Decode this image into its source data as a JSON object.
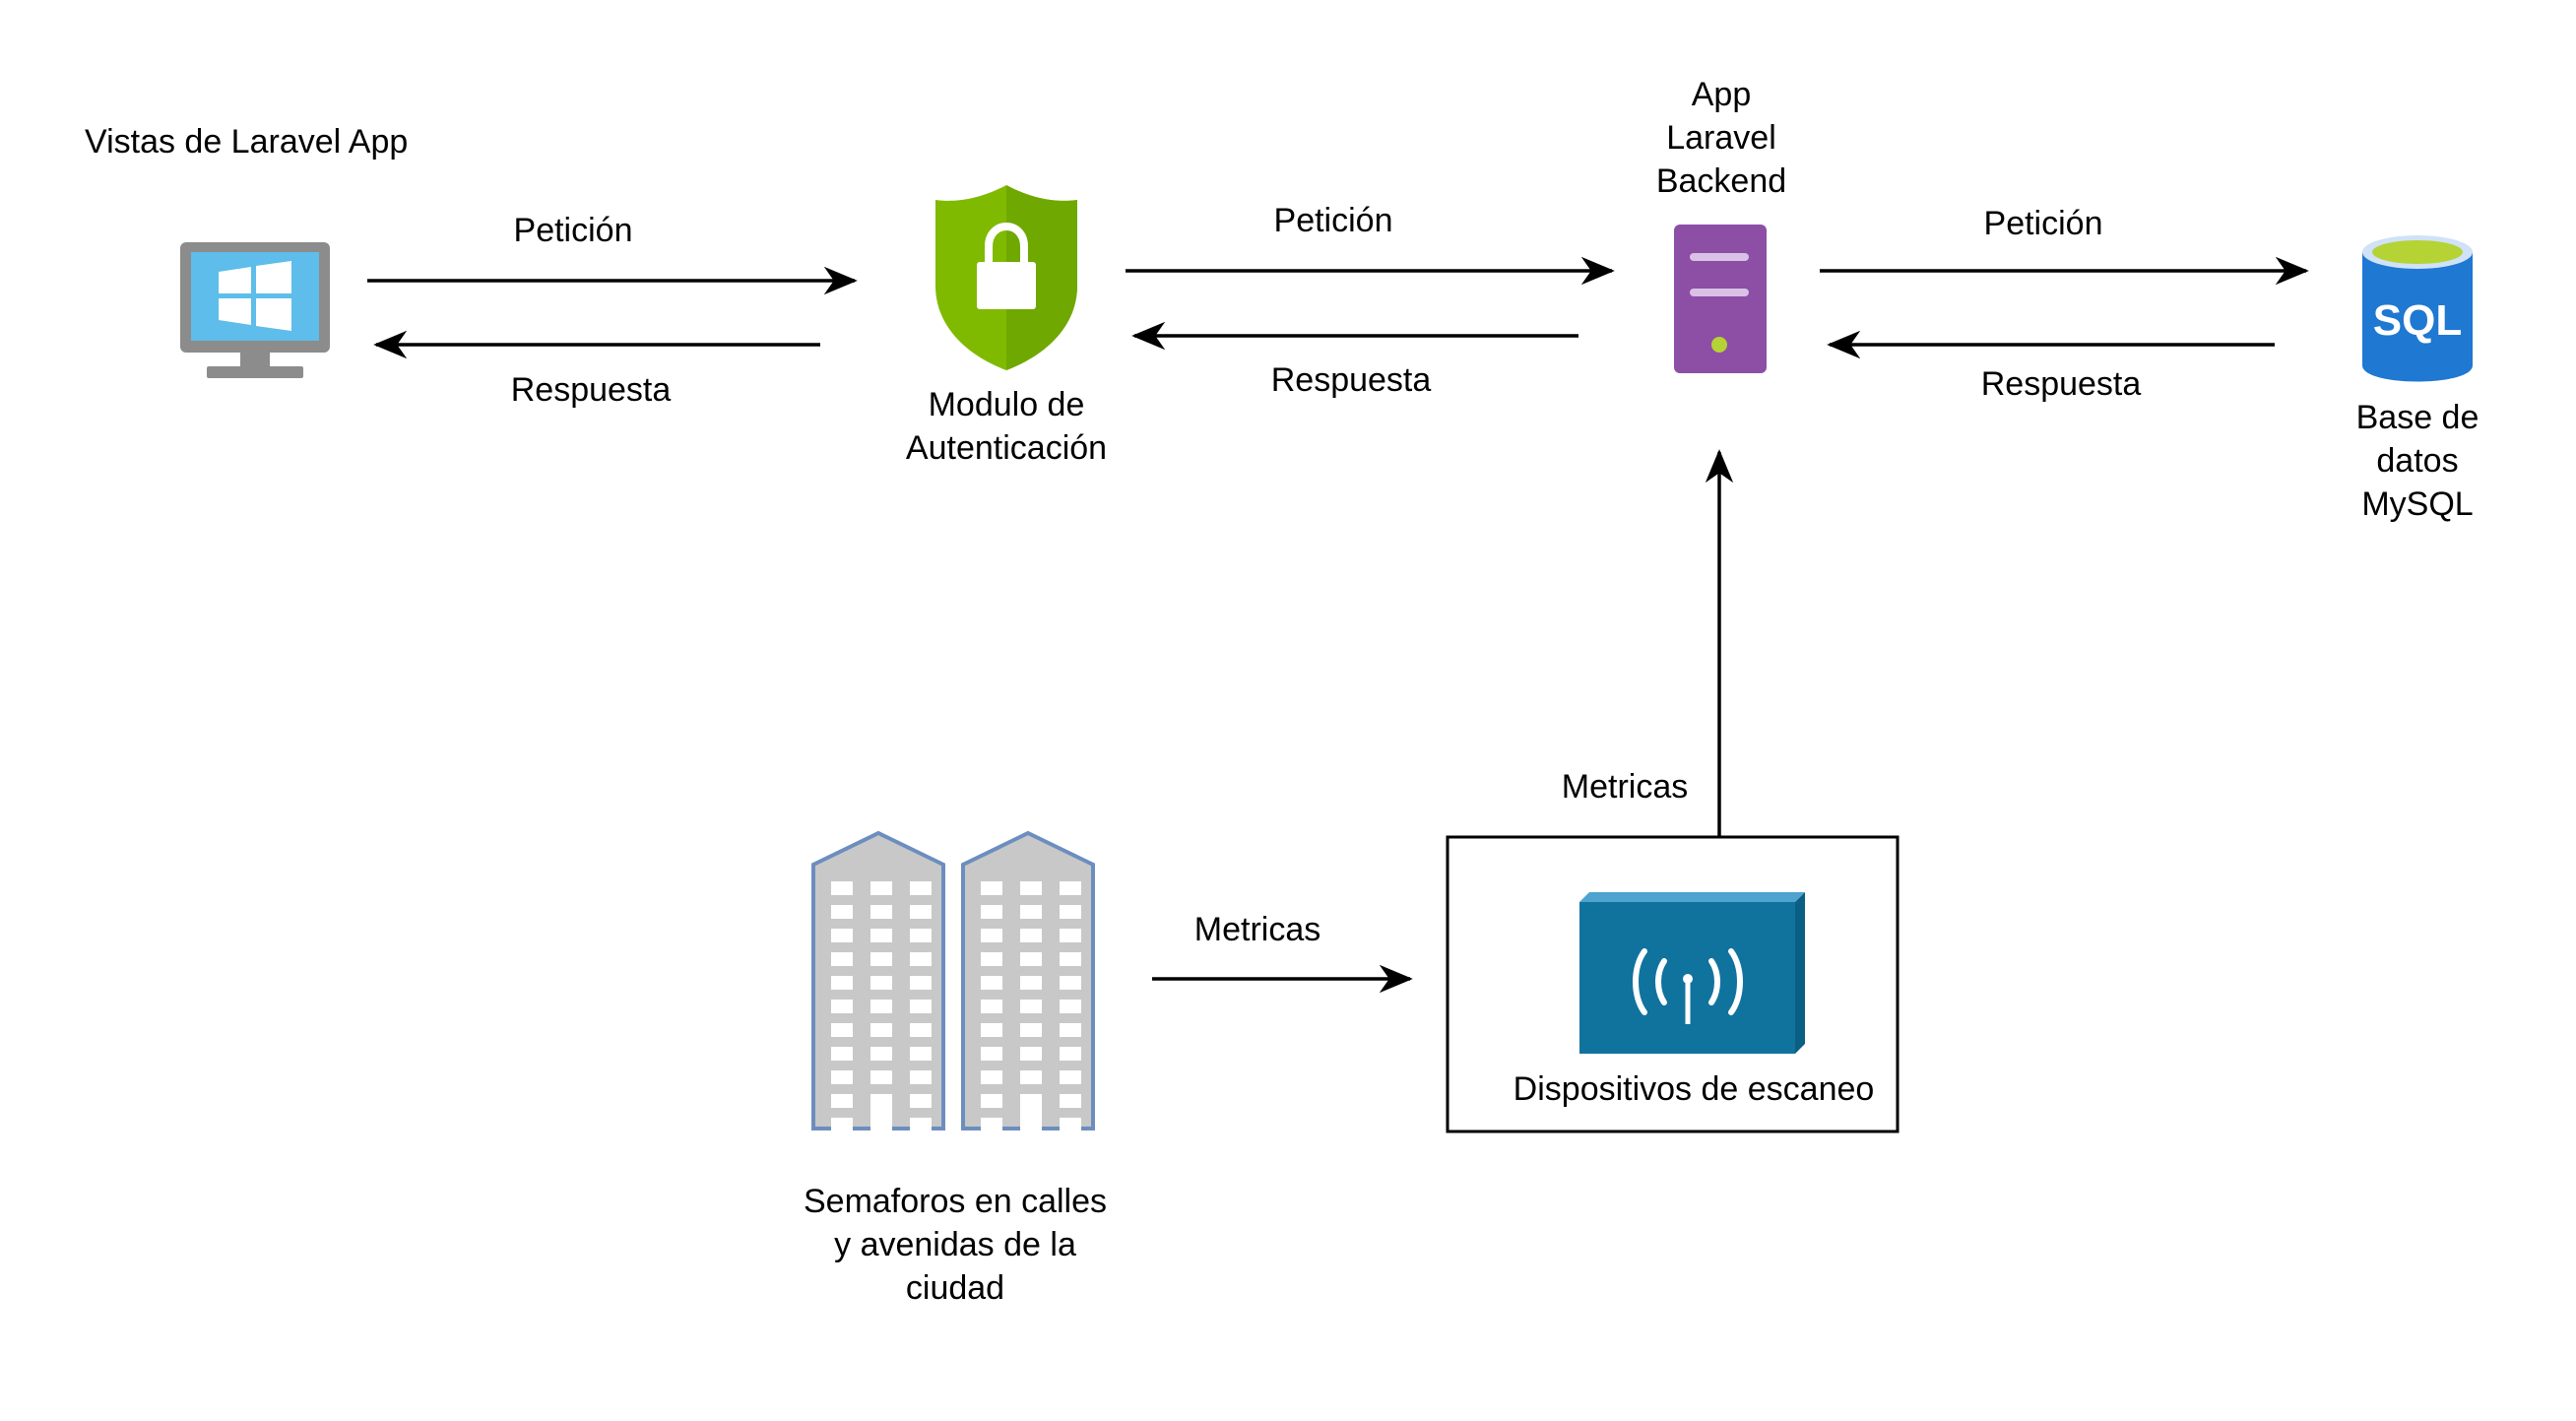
{
  "nodes": {
    "client": {
      "label": "Vistas de Laravel App",
      "icon": "windows-monitor-icon"
    },
    "auth": {
      "label_lines": [
        "Modulo de",
        "Autenticación"
      ],
      "icon": "security-shield-lock-icon"
    },
    "backend": {
      "label_lines": [
        "App",
        "Laravel",
        "Backend"
      ],
      "icon": "server-icon"
    },
    "database": {
      "label_lines": [
        "Base de",
        "datos",
        "MySQL"
      ],
      "icon": "sql-database-icon",
      "icon_text": "SQL"
    },
    "traffic_lights": {
      "label_lines": [
        "Semaforos en calles",
        "y avenidas de la",
        "ciudad"
      ],
      "icon": "buildings-icon"
    },
    "scanners": {
      "label": "Dispositivos de escaneo",
      "icon": "wireless-access-point-icon"
    }
  },
  "edges": {
    "client_to_auth": "Petición",
    "auth_to_client": "Respuesta",
    "auth_to_backend": "Petición",
    "backend_to_auth": "Respuesta",
    "backend_to_db": "Petición",
    "db_to_backend": "Respuesta",
    "lights_to_scanners": "Metricas",
    "scanners_to_backend": "Metricas"
  },
  "colors": {
    "monitor_screen": "#5EBDEA",
    "monitor_frame": "#8C8C8C",
    "shield_green": "#7FBA00",
    "shield_dark": "#5E9E00",
    "server_purple": "#8C4FA5",
    "sql_blue": "#1F78D1",
    "sql_top": "#B5D334",
    "building_fill": "#C8C8C8",
    "building_stroke": "#6C8EBF",
    "scanner_blue": "#10739E"
  }
}
